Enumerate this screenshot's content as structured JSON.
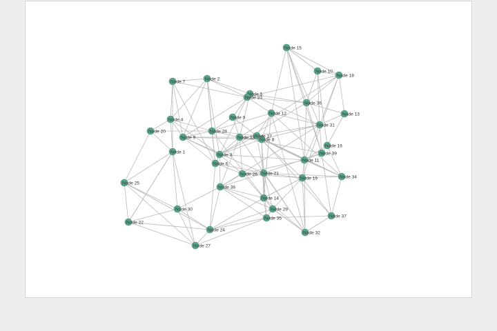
{
  "graph": {
    "colors": {
      "node_fill": "#5aa689",
      "edge": "#b9b9b9",
      "label": "#333333",
      "canvas": "#ffffff",
      "background": "#eeeeee"
    },
    "nodes": [
      {
        "id": 0,
        "label": "Node 0"
      },
      {
        "id": 1,
        "label": "Node 1"
      },
      {
        "id": 2,
        "label": "Node 2"
      },
      {
        "id": 3,
        "label": "Node 3"
      },
      {
        "id": 4,
        "label": "Node 4"
      },
      {
        "id": 5,
        "label": "Node 5"
      },
      {
        "id": 6,
        "label": "Node 6"
      },
      {
        "id": 7,
        "label": "Node 7"
      },
      {
        "id": 8,
        "label": "Node 8"
      },
      {
        "id": 9,
        "label": "Node 9"
      },
      {
        "id": 10,
        "label": "Node 10"
      },
      {
        "id": 11,
        "label": "Node 11"
      },
      {
        "id": 12,
        "label": "Node 12"
      },
      {
        "id": 13,
        "label": "Node 13"
      },
      {
        "id": 14,
        "label": "Node 14"
      },
      {
        "id": 15,
        "label": "Node 15"
      },
      {
        "id": 16,
        "label": "Node 16"
      },
      {
        "id": 17,
        "label": "Node 17"
      },
      {
        "id": 18,
        "label": "Node 18"
      },
      {
        "id": 19,
        "label": "Node 19"
      },
      {
        "id": 20,
        "label": "Node 20"
      },
      {
        "id": 21,
        "label": "Node 21"
      },
      {
        "id": 22,
        "label": "Node 22"
      },
      {
        "id": 23,
        "label": "Node 23"
      },
      {
        "id": 24,
        "label": "Node 24"
      },
      {
        "id": 25,
        "label": "Node 25"
      },
      {
        "id": 26,
        "label": "Node 26"
      },
      {
        "id": 27,
        "label": "Node 27"
      },
      {
        "id": 28,
        "label": "Node 28"
      },
      {
        "id": 29,
        "label": "Node 29"
      },
      {
        "id": 30,
        "label": "Node 30"
      },
      {
        "id": 31,
        "label": "Node 31"
      },
      {
        "id": 32,
        "label": "Node 32"
      },
      {
        "id": 33,
        "label": "Node 33"
      },
      {
        "id": 34,
        "label": "Node 34"
      },
      {
        "id": 35,
        "label": "Node 35"
      },
      {
        "id": 36,
        "label": "Node 36"
      },
      {
        "id": 37,
        "label": "Node 37"
      },
      {
        "id": 38,
        "label": "Node 38"
      },
      {
        "id": 39,
        "label": "Node 39"
      }
    ],
    "edges": [
      [
        15,
        10
      ],
      [
        15,
        18
      ],
      [
        15,
        31
      ],
      [
        15,
        36
      ],
      [
        15,
        12
      ],
      [
        15,
        11
      ],
      [
        15,
        39
      ],
      [
        10,
        18
      ],
      [
        10,
        36
      ],
      [
        10,
        31
      ],
      [
        10,
        16
      ],
      [
        18,
        13
      ],
      [
        18,
        31
      ],
      [
        18,
        23
      ],
      [
        18,
        33
      ],
      [
        18,
        19
      ],
      [
        18,
        36
      ],
      [
        36,
        13
      ],
      [
        36,
        11
      ],
      [
        36,
        3
      ],
      [
        36,
        39
      ],
      [
        36,
        23
      ],
      [
        13,
        31
      ],
      [
        13,
        16
      ],
      [
        31,
        11
      ],
      [
        31,
        39
      ],
      [
        31,
        17
      ],
      [
        31,
        38
      ],
      [
        31,
        8
      ],
      [
        31,
        12
      ],
      [
        16,
        39
      ],
      [
        16,
        34
      ],
      [
        16,
        11
      ],
      [
        39,
        11
      ],
      [
        39,
        21
      ],
      [
        39,
        37
      ],
      [
        39,
        33
      ],
      [
        11,
        19
      ],
      [
        11,
        34
      ],
      [
        11,
        32
      ],
      [
        11,
        26
      ],
      [
        11,
        3
      ],
      [
        19,
        34
      ],
      [
        19,
        32
      ],
      [
        19,
        37
      ],
      [
        19,
        29
      ],
      [
        19,
        14
      ],
      [
        34,
        37
      ],
      [
        34,
        21
      ],
      [
        34,
        17
      ],
      [
        34,
        12
      ],
      [
        37,
        32
      ],
      [
        37,
        35
      ],
      [
        37,
        8
      ],
      [
        32,
        29
      ],
      [
        32,
        21
      ],
      [
        32,
        12
      ],
      [
        12,
        14
      ],
      [
        12,
        17
      ],
      [
        12,
        8
      ],
      [
        12,
        28
      ],
      [
        5,
        23
      ],
      [
        5,
        2
      ],
      [
        5,
        0
      ],
      [
        5,
        33
      ],
      [
        5,
        36
      ],
      [
        5,
        31
      ],
      [
        23,
        0
      ],
      [
        23,
        9
      ],
      [
        23,
        12
      ],
      [
        23,
        7
      ],
      [
        23,
        6
      ],
      [
        2,
        7
      ],
      [
        2,
        4
      ],
      [
        2,
        9
      ],
      [
        2,
        28
      ],
      [
        2,
        6
      ],
      [
        2,
        23
      ],
      [
        2,
        3
      ],
      [
        7,
        4
      ],
      [
        7,
        1
      ],
      [
        7,
        9
      ],
      [
        7,
        6
      ],
      [
        4,
        9
      ],
      [
        4,
        20
      ],
      [
        4,
        1
      ],
      [
        4,
        28
      ],
      [
        4,
        3
      ],
      [
        0,
        33
      ],
      [
        0,
        28
      ],
      [
        0,
        17
      ],
      [
        9,
        28
      ],
      [
        9,
        3
      ],
      [
        9,
        6
      ],
      [
        9,
        8
      ],
      [
        9,
        33
      ],
      [
        9,
        21
      ],
      [
        28,
        33
      ],
      [
        28,
        6
      ],
      [
        28,
        17
      ],
      [
        28,
        29
      ],
      [
        33,
        17
      ],
      [
        33,
        8
      ],
      [
        33,
        3
      ],
      [
        33,
        26
      ],
      [
        33,
        38
      ],
      [
        33,
        32
      ],
      [
        17,
        8
      ],
      [
        17,
        3
      ],
      [
        17,
        21
      ],
      [
        17,
        19
      ],
      [
        17,
        11
      ],
      [
        8,
        21
      ],
      [
        8,
        14
      ],
      [
        8,
        3
      ],
      [
        8,
        11
      ],
      [
        8,
        31
      ],
      [
        8,
        34
      ],
      [
        3,
        6
      ],
      [
        3,
        26
      ],
      [
        3,
        38
      ],
      [
        6,
        26
      ],
      [
        6,
        24
      ],
      [
        6,
        21
      ],
      [
        26,
        21
      ],
      [
        26,
        14
      ],
      [
        26,
        38
      ],
      [
        26,
        19
      ],
      [
        21,
        14
      ],
      [
        21,
        29
      ],
      [
        21,
        38
      ],
      [
        21,
        35
      ],
      [
        21,
        19
      ],
      [
        14,
        29
      ],
      [
        14,
        38
      ],
      [
        14,
        32
      ],
      [
        14,
        24
      ],
      [
        14,
        19
      ],
      [
        29,
        35
      ],
      [
        29,
        24
      ],
      [
        29,
        32
      ],
      [
        38,
        24
      ],
      [
        38,
        30
      ],
      [
        38,
        35
      ],
      [
        38,
        29
      ],
      [
        35,
        24
      ],
      [
        35,
        27
      ],
      [
        35,
        14
      ],
      [
        20,
        25
      ],
      [
        20,
        1
      ],
      [
        20,
        28
      ],
      [
        1,
        22
      ],
      [
        1,
        27
      ],
      [
        1,
        25
      ],
      [
        1,
        30
      ],
      [
        25,
        22
      ],
      [
        25,
        30
      ],
      [
        25,
        27
      ],
      [
        25,
        24
      ],
      [
        22,
        30
      ],
      [
        22,
        24
      ],
      [
        22,
        27
      ],
      [
        22,
        1
      ],
      [
        30,
        24
      ],
      [
        30,
        27
      ],
      [
        24,
        27
      ]
    ]
  }
}
